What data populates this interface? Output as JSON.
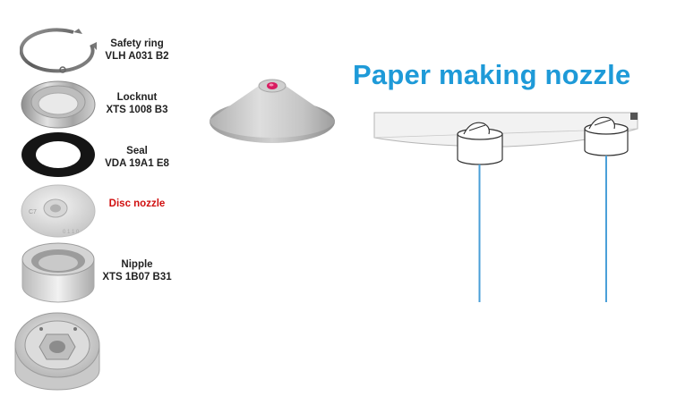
{
  "title": "Paper making nozzle",
  "parts": [
    {
      "name": "Safety ring",
      "code": "VLH A031 B2"
    },
    {
      "name": "Locknut",
      "code": "XTS 1008 B3"
    },
    {
      "name": "Seal",
      "code": "VDA 19A1 E8"
    },
    {
      "name": "Disc nozzle",
      "code": ""
    },
    {
      "name": "Nipple",
      "code": "XTS 1B07 B31"
    }
  ],
  "colors": {
    "title": "#1e9ad8",
    "highlight_label": "#d01010",
    "spray": "#4a9fd8"
  }
}
